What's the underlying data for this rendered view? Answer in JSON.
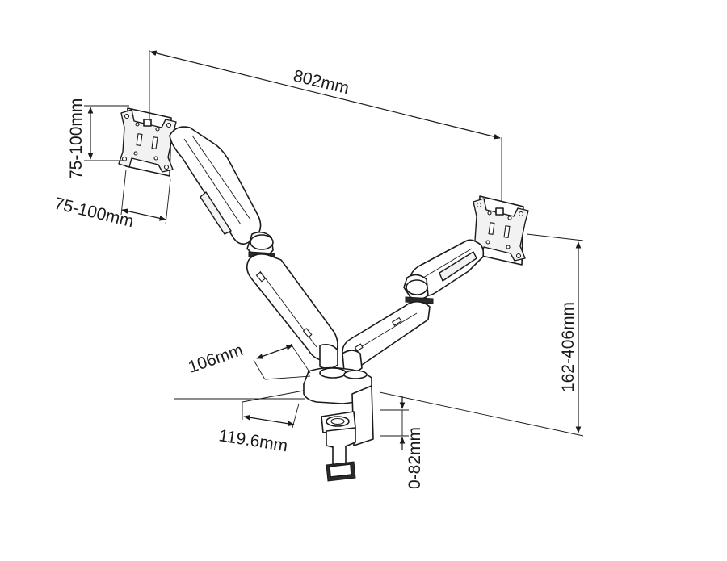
{
  "dimensions": {
    "width_total": "802mm",
    "vesa_vertical": "75-100mm",
    "vesa_horizontal": "75-100mm",
    "height_range": "162-406mm",
    "base_depth": "106mm",
    "base_width": "119.6mm",
    "clamp_range": "0-82mm"
  },
  "colors": {
    "line": "#1a1a1a",
    "background": "#ffffff"
  }
}
